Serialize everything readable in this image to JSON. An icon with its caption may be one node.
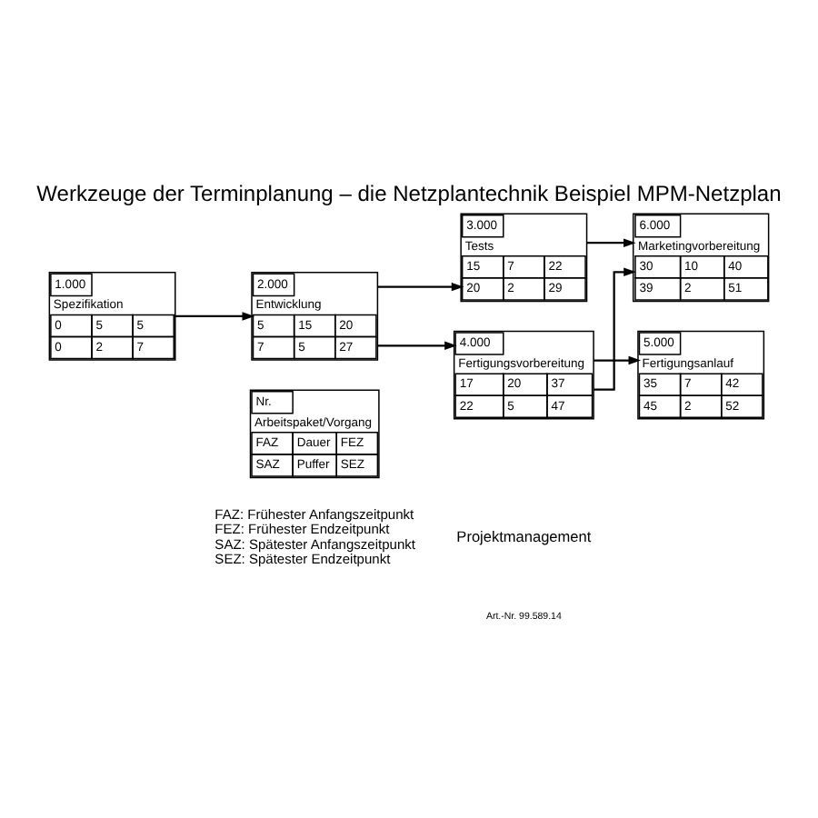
{
  "diagram": {
    "title": "Werkzeuge der Terminplanung – die Netzplantechnik Beispiel MPM-Netzplan",
    "nodes": [
      {
        "text": [
          "1.000",
          "Spezifikation",
          "0",
          "5",
          "5",
          "0",
          "2",
          "7"
        ]
      },
      {
        "text": [
          "2.000",
          "Entwicklung",
          "5",
          "15",
          "20",
          "7",
          "5",
          "27"
        ]
      },
      {
        "text": [
          "3.000",
          "Tests",
          "15",
          "7",
          "22",
          "20",
          "2",
          "29"
        ]
      },
      {
        "text": [
          "4.000",
          "Fertigungsvorbereitung",
          "17",
          "20",
          "37",
          "22",
          "5",
          "47"
        ]
      },
      {
        "text": [
          "5.000",
          "Fertigungsanlauf",
          "35",
          "7",
          "42",
          "45",
          "2",
          "52"
        ]
      },
      {
        "text": [
          "6.000",
          "Marketingvorbereitung",
          "30",
          "10",
          "40",
          "39",
          "2",
          "51"
        ]
      },
      {
        "text": [
          "Nr.",
          "Arbeitspaket/Vorgang",
          "FAZ",
          "Dauer",
          "FEZ",
          "SAZ",
          "Puffer",
          "SEZ"
        ]
      }
    ],
    "edges": [
      {
        "from": 0,
        "to": 1,
        "arrow": "to"
      },
      {
        "from": 1,
        "to": 2,
        "arrow": "to"
      },
      {
        "from": 1,
        "to": 3,
        "arrow": "to"
      },
      {
        "from": 2,
        "to": 5,
        "arrow": "to"
      },
      {
        "from": 3,
        "to": 4,
        "arrow": "to"
      },
      {
        "from": 3,
        "to": 5,
        "arrow": "to"
      }
    ],
    "labels": [
      "FAZ: Frühester Anfangszeitpunkt",
      "FEZ: Frühester Endzeitpunkt",
      "SAZ: Spätester Anfangszeitpunkt",
      "SEZ: Spätester Endzeitpunkt",
      "Projektmanagement",
      "Art.-Nr. 99.589.14"
    ]
  }
}
